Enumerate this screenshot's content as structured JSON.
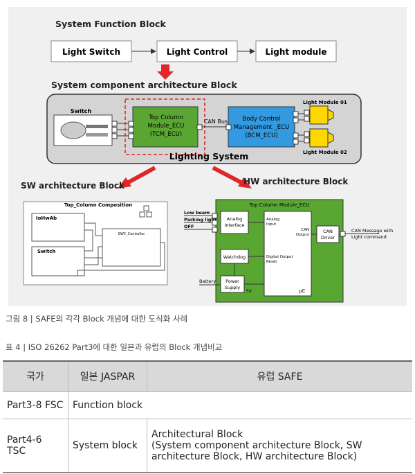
{
  "figure": {
    "sfb_title": "System Function Block",
    "sfb_boxes": [
      "Light Switch",
      "Light Control",
      "Light module"
    ],
    "sca_title": "System component architecture Block",
    "switch_label": "Switch",
    "tcm_label": [
      "Top Column",
      "Module_ECU",
      "(TCM_ECU)"
    ],
    "can_bus": "CAN Bus",
    "bcm_label": [
      "Body Control",
      "Management _ECU",
      "(BCM_ECU)"
    ],
    "light_module_01": "Light Module 01",
    "light_module_02": "Light Module 02",
    "lighting_system": "Lighting System",
    "sw_title": "SW architecture Block",
    "hw_title": "HW architecture Block",
    "sw": {
      "composition": "Top_Column Composition",
      "io_block": "IoHwAb",
      "switch_block": "Switch",
      "controller_block": "SWC_Controller"
    },
    "hw": {
      "title": "Top Column Module_ECU",
      "inputs": [
        "Low beam",
        "Parking light",
        "OFF"
      ],
      "analog_interface": [
        "Analog",
        "Interface"
      ],
      "analog_input": [
        "Analog",
        "Input"
      ],
      "can_output": [
        "CAN",
        "Output"
      ],
      "can_driver": [
        "CAN",
        "Driver"
      ],
      "can_message": [
        "CAN Message with",
        "Light command"
      ],
      "watchdog": "Watchdog",
      "digital_output": [
        "Digital Output",
        "Reset"
      ],
      "battery": "Battery",
      "power_supply": [
        "Power",
        "Supply"
      ],
      "volt": "5V",
      "uc": "µC"
    }
  },
  "captions": {
    "figure": "그림 8 |  SAFE의 각각 Block 개념에 대한 도식화 사례",
    "table": "표 4 |  ISO 26262 Part3에 대한 일본과 유럽의 Block 개념비교"
  },
  "table": {
    "headers": [
      "국가",
      "일본 JASPAR",
      "유럽 SAFE"
    ],
    "rows": [
      {
        "country": "Part3-8 FSC",
        "japan": "Function block",
        "europe_line1": "",
        "europe_line2": ""
      },
      {
        "country": "Part4-6 TSC",
        "japan": "System block",
        "europe_line1": "Architectural Block",
        "europe_line2": "(System component architecture Block, SW architecture Block, HW architecture Block)"
      }
    ]
  },
  "colors": {
    "green": "#5aa632",
    "blue": "#3399e0",
    "yellow": "#ffd700",
    "red_arrow": "#e0262a",
    "panel": "#d4d4d4"
  }
}
